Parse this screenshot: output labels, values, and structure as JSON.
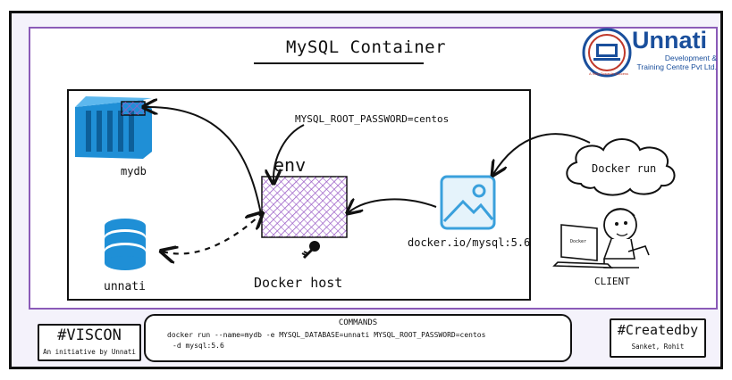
{
  "diagram": {
    "title": "MySQL Container",
    "env_label": "env",
    "env_var": "MYSQL_ROOT_PASSWORD=centos",
    "docker_host_label": "Docker host",
    "db_label": "unnati",
    "container_label": "mydb",
    "image_label": "docker.io/mysql:5.6",
    "cloud_label": "Docker run",
    "client_label": "CLIENT",
    "laptop_screen_text": "Docker"
  },
  "logo": {
    "name": "Unnati",
    "subtitle_line1": "Development &",
    "subtitle_line2": "Training Centre Pvt Ltd.",
    "tagline": "A Step Towards Success"
  },
  "footer": {
    "viscon_title": "#VISCON",
    "viscon_sub": "An initiative by Unnati",
    "commands_title": "COMMANDS",
    "command_line1": "docker run --name=mydb -e MYSQL_DATABASE=unnati MYSQL_ROOT_PASSWORD=centos",
    "command_line2": "-d mysql:5.6",
    "createdby_title": "#Createdby",
    "createdby_names": "Sanket, Rohit"
  },
  "colors": {
    "container_blue": "#1f8fd6",
    "db_blue": "#1f8fd6",
    "image_blue": "#3aa0dc",
    "hatch_purple": "#9a5cc6",
    "frame_purple": "#8b5bb8",
    "logo_blue": "#1a4f9c"
  }
}
